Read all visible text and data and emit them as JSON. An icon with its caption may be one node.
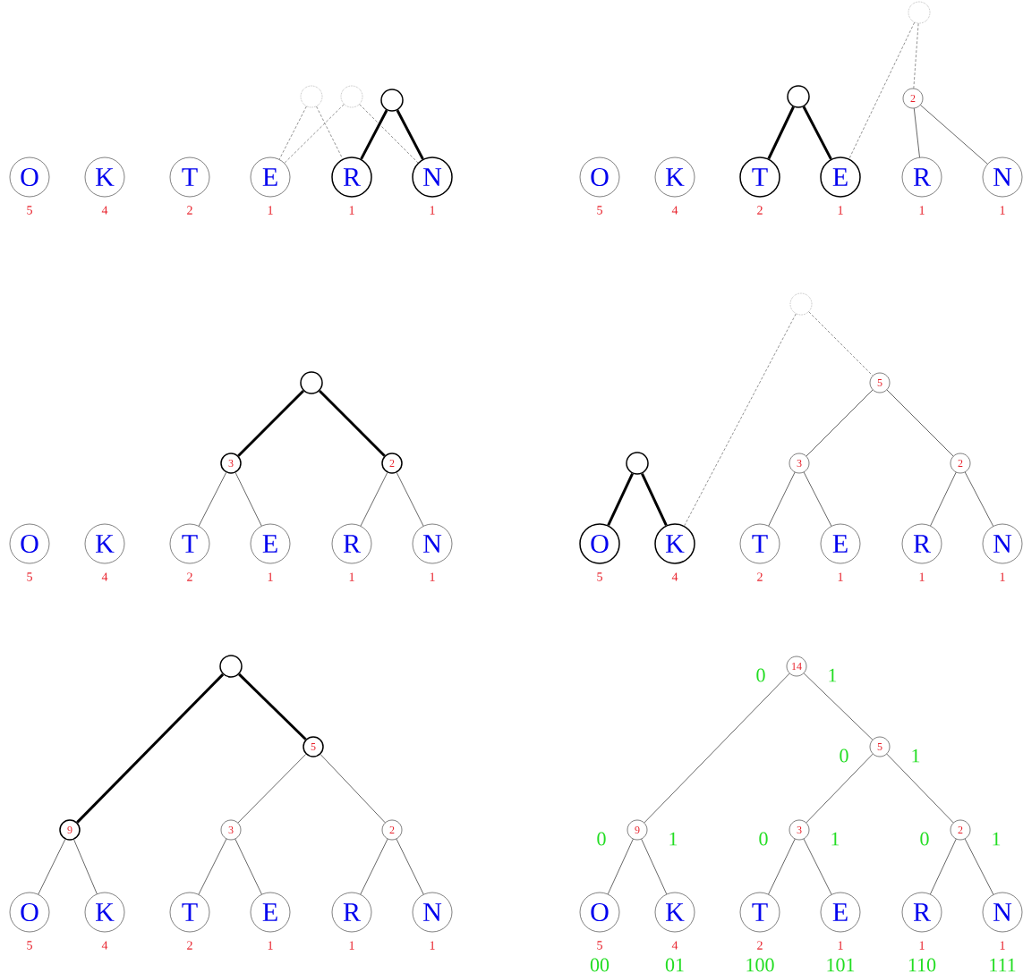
{
  "diagram": {
    "nodes": [
      {
        "text": [],
        "shape": "circle"
      },
      {
        "text": [],
        "shape": "circle"
      },
      {
        "text": [],
        "shape": "circle"
      },
      {
        "text": [
          "O"
        ],
        "beside": [
          "5"
        ]
      },
      {
        "text": [
          "K"
        ],
        "beside": [
          "4"
        ]
      },
      {
        "text": [
          "T"
        ],
        "beside": [
          "2"
        ]
      },
      {
        "text": [
          "E"
        ],
        "beside": [
          "1"
        ]
      },
      {
        "text": [
          "R"
        ],
        "beside": [
          "1"
        ]
      },
      {
        "text": [
          "N"
        ],
        "beside": [
          "1"
        ]
      },
      {
        "text": [],
        "shape": "circle"
      },
      {
        "text": [],
        "shape": "circle"
      },
      {
        "text": [
          "2"
        ]
      },
      {
        "text": [
          "O"
        ],
        "beside": [
          "5"
        ]
      },
      {
        "text": [
          "K"
        ],
        "beside": [
          "4"
        ]
      },
      {
        "text": [
          "T"
        ],
        "beside": [
          "2"
        ]
      },
      {
        "text": [
          "E"
        ],
        "beside": [
          "1"
        ]
      },
      {
        "text": [
          "R"
        ],
        "beside": [
          "1"
        ]
      },
      {
        "text": [
          "N"
        ],
        "beside": [
          "1"
        ]
      },
      {
        "text": [],
        "shape": "circle"
      },
      {
        "text": [
          "3"
        ]
      },
      {
        "text": [
          "2"
        ]
      },
      {
        "text": [
          "O"
        ],
        "beside": [
          "5"
        ]
      },
      {
        "text": [
          "K"
        ],
        "beside": [
          "4"
        ]
      },
      {
        "text": [
          "T"
        ],
        "beside": [
          "2"
        ]
      },
      {
        "text": [
          "E"
        ],
        "beside": [
          "1"
        ]
      },
      {
        "text": [
          "R"
        ],
        "beside": [
          "1"
        ]
      },
      {
        "text": [
          "N"
        ],
        "beside": [
          "1"
        ]
      },
      {
        "text": [],
        "shape": "circle"
      },
      {
        "text": [
          "5"
        ]
      },
      {
        "text": [],
        "shape": "circle"
      },
      {
        "text": [
          "3"
        ]
      },
      {
        "text": [
          "2"
        ]
      },
      {
        "text": [
          "O"
        ],
        "beside": [
          "5"
        ]
      },
      {
        "text": [
          "K"
        ],
        "beside": [
          "4"
        ]
      },
      {
        "text": [
          "T"
        ],
        "beside": [
          "2"
        ]
      },
      {
        "text": [
          "E"
        ],
        "beside": [
          "1"
        ]
      },
      {
        "text": [
          "R"
        ],
        "beside": [
          "1"
        ]
      },
      {
        "text": [
          "N"
        ],
        "beside": [
          "1"
        ]
      },
      {
        "text": [],
        "shape": "circle"
      },
      {
        "text": [
          "5"
        ]
      },
      {
        "text": [
          "9"
        ]
      },
      {
        "text": [
          "3"
        ]
      },
      {
        "text": [
          "2"
        ]
      },
      {
        "text": [
          "O"
        ],
        "beside": [
          "5"
        ]
      },
      {
        "text": [
          "K"
        ],
        "beside": [
          "4"
        ]
      },
      {
        "text": [
          "T"
        ],
        "beside": [
          "2"
        ]
      },
      {
        "text": [
          "E"
        ],
        "beside": [
          "1"
        ]
      },
      {
        "text": [
          "R"
        ],
        "beside": [
          "1"
        ]
      },
      {
        "text": [
          "N"
        ],
        "beside": [
          "1"
        ]
      },
      {
        "text": [
          "14"
        ]
      },
      {
        "text": [
          "5"
        ]
      },
      {
        "text": [
          "9"
        ]
      },
      {
        "text": [
          "3"
        ]
      },
      {
        "text": [
          "2"
        ]
      },
      {
        "text": [
          "O"
        ],
        "beside": [
          "5",
          "00"
        ]
      },
      {
        "text": [
          "K"
        ],
        "beside": [
          "4",
          "01"
        ]
      },
      {
        "text": [
          "T"
        ],
        "beside": [
          "2",
          "100"
        ]
      },
      {
        "text": [
          "E"
        ],
        "beside": [
          "1",
          "101"
        ]
      },
      {
        "text": [
          "R"
        ],
        "beside": [
          "1",
          "110"
        ]
      },
      {
        "text": [
          "N"
        ],
        "beside": [
          "1",
          "111"
        ]
      }
    ],
    "edges": [
      {
        "from": 0,
        "to": 6,
        "arrow": "none",
        "style": "dashed"
      },
      {
        "from": 0,
        "to": 7,
        "arrow": "none",
        "style": "dashed"
      },
      {
        "from": 1,
        "to": 6,
        "arrow": "none",
        "style": "dashed"
      },
      {
        "from": 1,
        "to": 8,
        "arrow": "none",
        "style": "dashed"
      },
      {
        "from": 2,
        "to": 7,
        "arrow": "none",
        "style": "thick"
      },
      {
        "from": 2,
        "to": 8,
        "arrow": "none",
        "style": "thick"
      },
      {
        "from": 9,
        "to": 15,
        "arrow": "none",
        "style": "dashed"
      },
      {
        "from": 9,
        "to": 11,
        "arrow": "none",
        "style": "dashed"
      },
      {
        "from": 10,
        "to": 14,
        "arrow": "none",
        "style": "thick"
      },
      {
        "from": 10,
        "to": 15,
        "arrow": "none",
        "style": "thick"
      },
      {
        "from": 11,
        "to": 16,
        "arrow": "none"
      },
      {
        "from": 11,
        "to": 17,
        "arrow": "none"
      },
      {
        "from": 18,
        "to": 19,
        "arrow": "none",
        "style": "thick"
      },
      {
        "from": 18,
        "to": 20,
        "arrow": "none",
        "style": "thick"
      },
      {
        "from": 19,
        "to": 23,
        "arrow": "none"
      },
      {
        "from": 19,
        "to": 24,
        "arrow": "none"
      },
      {
        "from": 20,
        "to": 25,
        "arrow": "none"
      },
      {
        "from": 20,
        "to": 26,
        "arrow": "none"
      },
      {
        "from": 27,
        "to": 33,
        "arrow": "none",
        "style": "dashed"
      },
      {
        "from": 27,
        "to": 28,
        "arrow": "none",
        "style": "dashed"
      },
      {
        "from": 29,
        "to": 32,
        "arrow": "none",
        "style": "thick"
      },
      {
        "from": 29,
        "to": 33,
        "arrow": "none",
        "style": "thick"
      },
      {
        "from": 28,
        "to": 30,
        "arrow": "none"
      },
      {
        "from": 28,
        "to": 31,
        "arrow": "none"
      },
      {
        "from": 30,
        "to": 34,
        "arrow": "none"
      },
      {
        "from": 30,
        "to": 35,
        "arrow": "none"
      },
      {
        "from": 31,
        "to": 36,
        "arrow": "none"
      },
      {
        "from": 31,
        "to": 37,
        "arrow": "none"
      },
      {
        "from": 38,
        "to": 40,
        "arrow": "none",
        "style": "thick"
      },
      {
        "from": 38,
        "to": 39,
        "arrow": "none",
        "style": "thick"
      },
      {
        "from": 39,
        "to": 41,
        "arrow": "none"
      },
      {
        "from": 39,
        "to": 42,
        "arrow": "none"
      },
      {
        "from": 40,
        "to": 43,
        "arrow": "none"
      },
      {
        "from": 40,
        "to": 44,
        "arrow": "none"
      },
      {
        "from": 41,
        "to": 45,
        "arrow": "none"
      },
      {
        "from": 41,
        "to": 46,
        "arrow": "none"
      },
      {
        "from": 42,
        "to": 47,
        "arrow": "none"
      },
      {
        "from": 42,
        "to": 48,
        "arrow": "none"
      },
      {
        "from": 49,
        "to": 51,
        "arrow": "none",
        "label": "0"
      },
      {
        "from": 49,
        "to": 50,
        "arrow": "none",
        "label": "1"
      },
      {
        "from": 50,
        "to": 52,
        "arrow": "none",
        "label": "0"
      },
      {
        "from": 50,
        "to": 53,
        "arrow": "none",
        "label": "1"
      },
      {
        "from": 51,
        "to": 54,
        "arrow": "none",
        "label": "0"
      },
      {
        "from": 51,
        "to": 55,
        "arrow": "none",
        "label": "1"
      },
      {
        "from": 52,
        "to": 56,
        "arrow": "none",
        "label": "0"
      },
      {
        "from": 52,
        "to": 57,
        "arrow": "none",
        "label": "1"
      },
      {
        "from": 53,
        "to": 58,
        "arrow": "none",
        "label": "0"
      },
      {
        "from": 53,
        "to": 59,
        "arrow": "none",
        "label": "1"
      }
    ]
  }
}
